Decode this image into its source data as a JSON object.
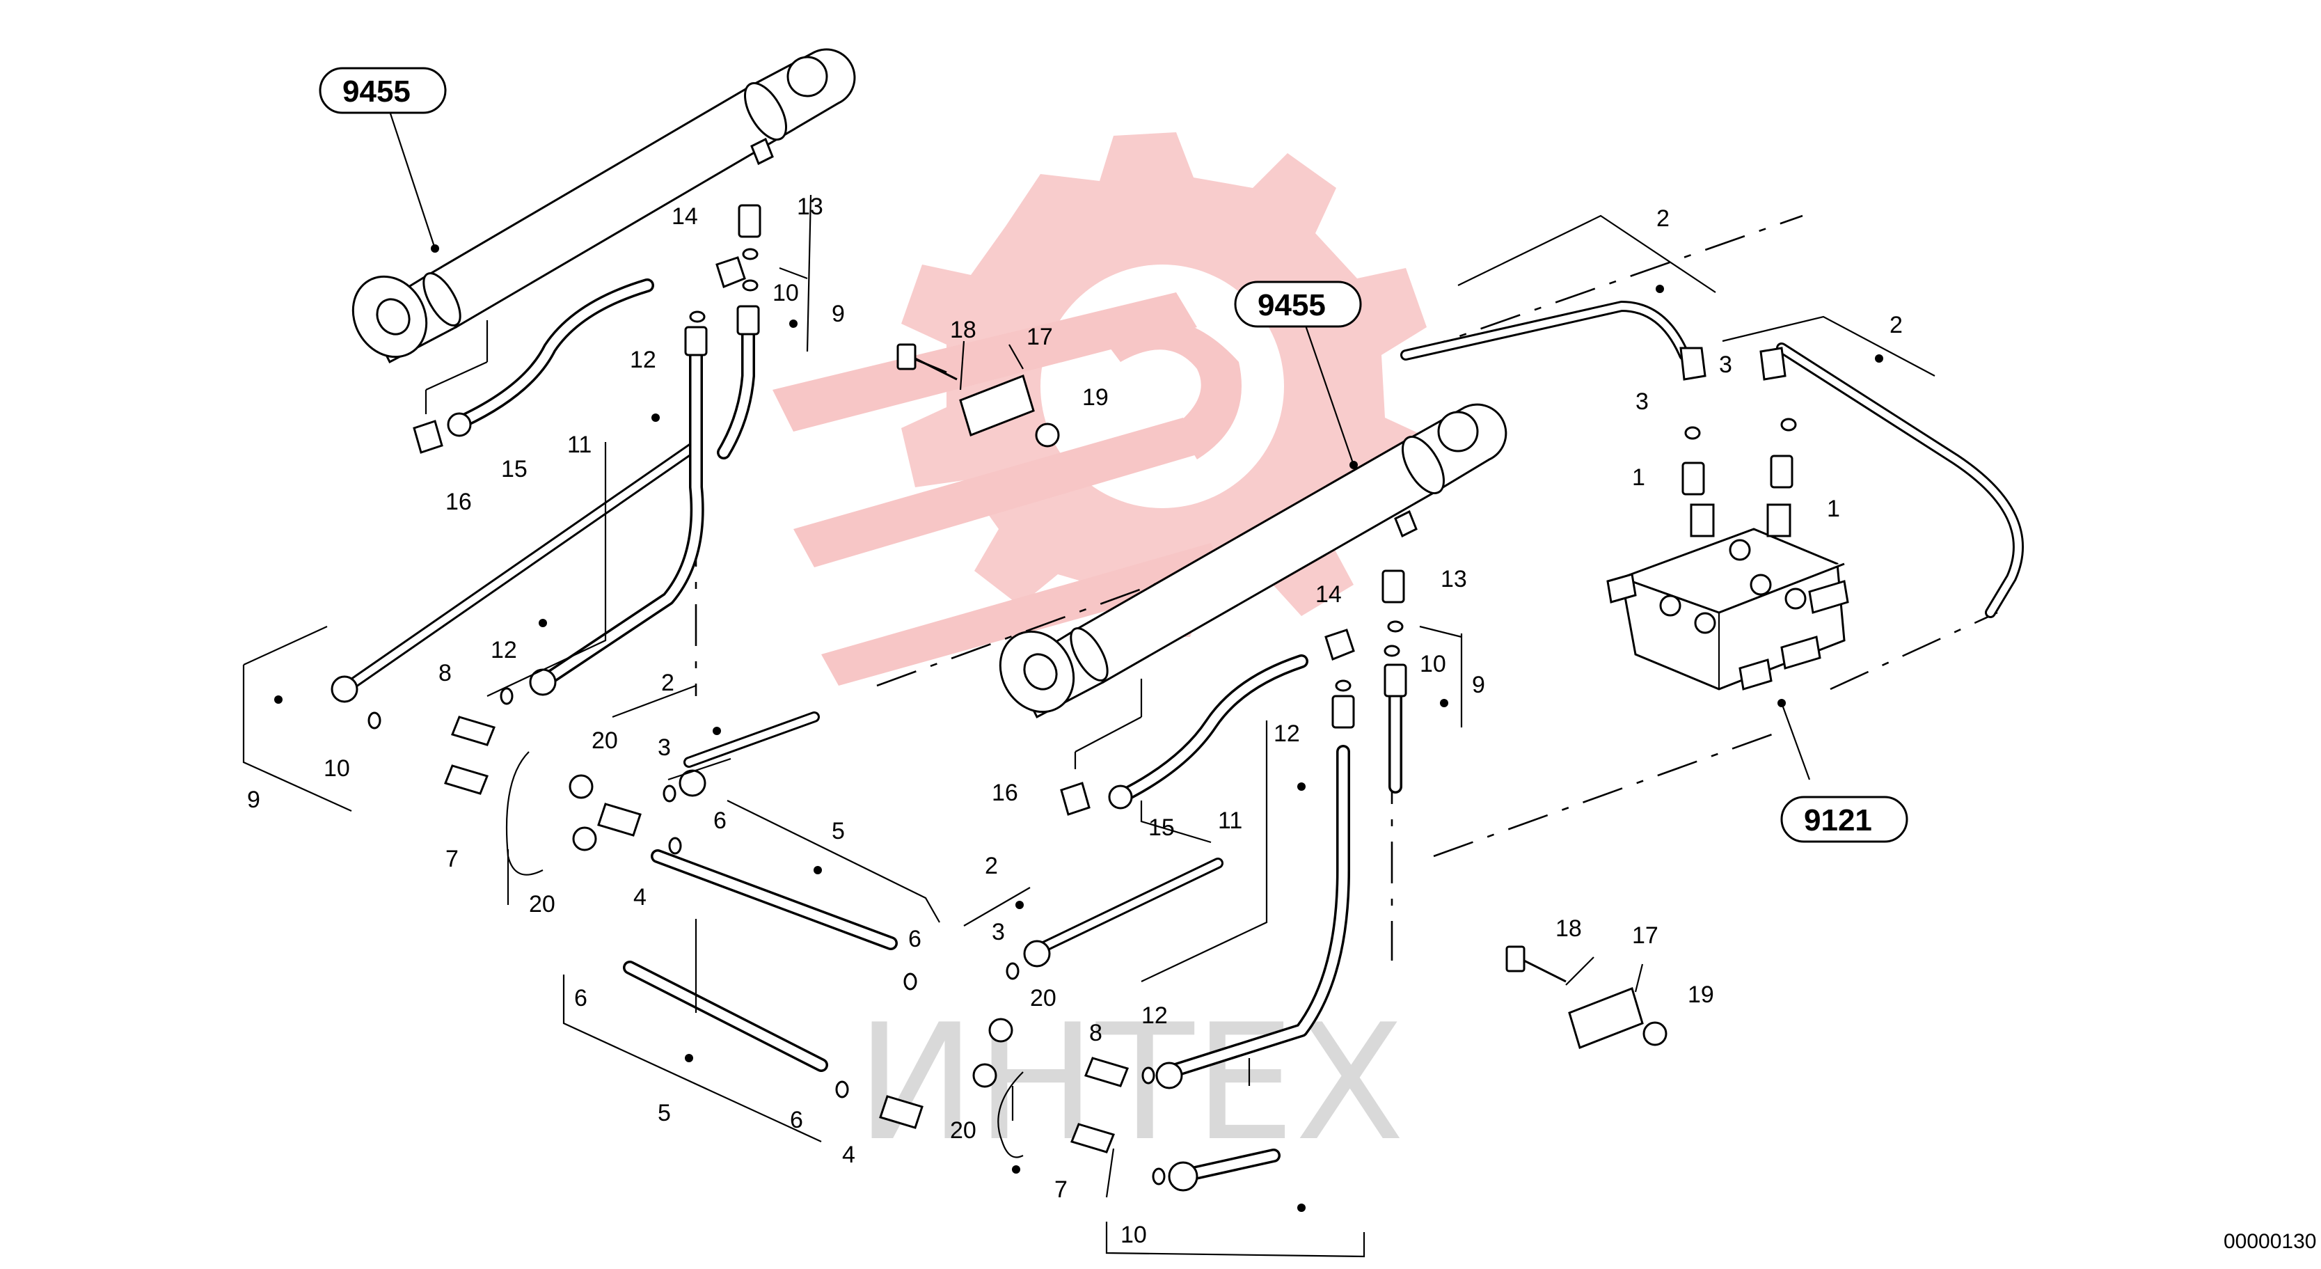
{
  "diagram": {
    "watermark": {
      "text": "ИНТЕХ",
      "gear_color": "#f7c6c6",
      "text_color": "#d9d9d9"
    },
    "drawing_code": "00000130",
    "references": [
      {
        "id": "ref-top-left",
        "text": "9455"
      },
      {
        "id": "ref-center",
        "text": "9455"
      },
      {
        "id": "ref-valve",
        "text": "9121"
      }
    ],
    "callouts": [
      "1",
      "1",
      "2",
      "2",
      "2",
      "2",
      "3",
      "3",
      "3",
      "3",
      "4",
      "4",
      "5",
      "5",
      "6",
      "6",
      "6",
      "6",
      "7",
      "7",
      "8",
      "8",
      "9",
      "9",
      "9",
      "10",
      "10",
      "10",
      "10",
      "11",
      "11",
      "12",
      "12",
      "12",
      "12",
      "13",
      "13",
      "14",
      "14",
      "15",
      "15",
      "16",
      "16",
      "17",
      "17",
      "18",
      "18",
      "19",
      "19",
      "20",
      "20",
      "20",
      "20"
    ]
  }
}
